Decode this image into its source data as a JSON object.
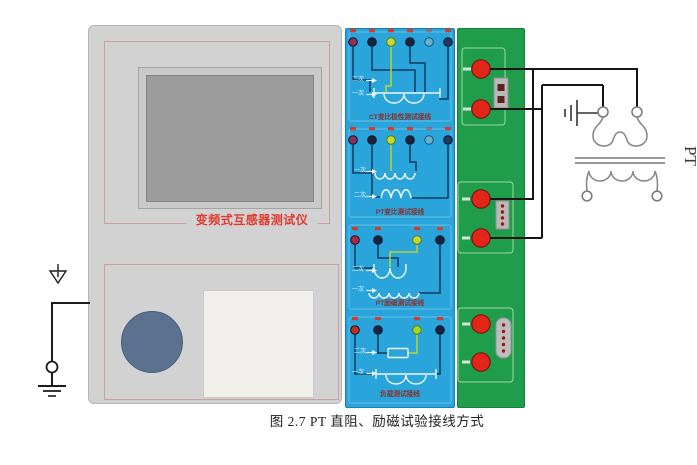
{
  "instrument": {
    "title": "变频式互感器测试仪"
  },
  "blue_panel": {
    "sections": [
      {
        "label": "CT变比极性测试接线",
        "top_label": "二次",
        "bottom_label": "一次"
      },
      {
        "label": "PT变比测试接线",
        "top_label": "一次",
        "bottom_label": "二次"
      },
      {
        "label": "PT励磁测试接线",
        "top_label": "二次",
        "bottom_label": "一次"
      },
      {
        "label": "负载测试接线",
        "top_label": "二次",
        "bottom_label": "一次"
      }
    ]
  },
  "pt": {
    "label": "PT"
  },
  "caption": {
    "text": "图 2.7  PT 直阻、励磁试验接线方式"
  },
  "colors": {
    "panel_gray": "#d2d2d2",
    "panel_blue": "#2aa5dc",
    "panel_green": "#209d4b",
    "terminal_red": "#e2261a",
    "accent_red": "#e23a2e",
    "wire_black": "#151515",
    "wire_navy": "#12395c",
    "wire_yellow_green": "#b9d42f"
  }
}
